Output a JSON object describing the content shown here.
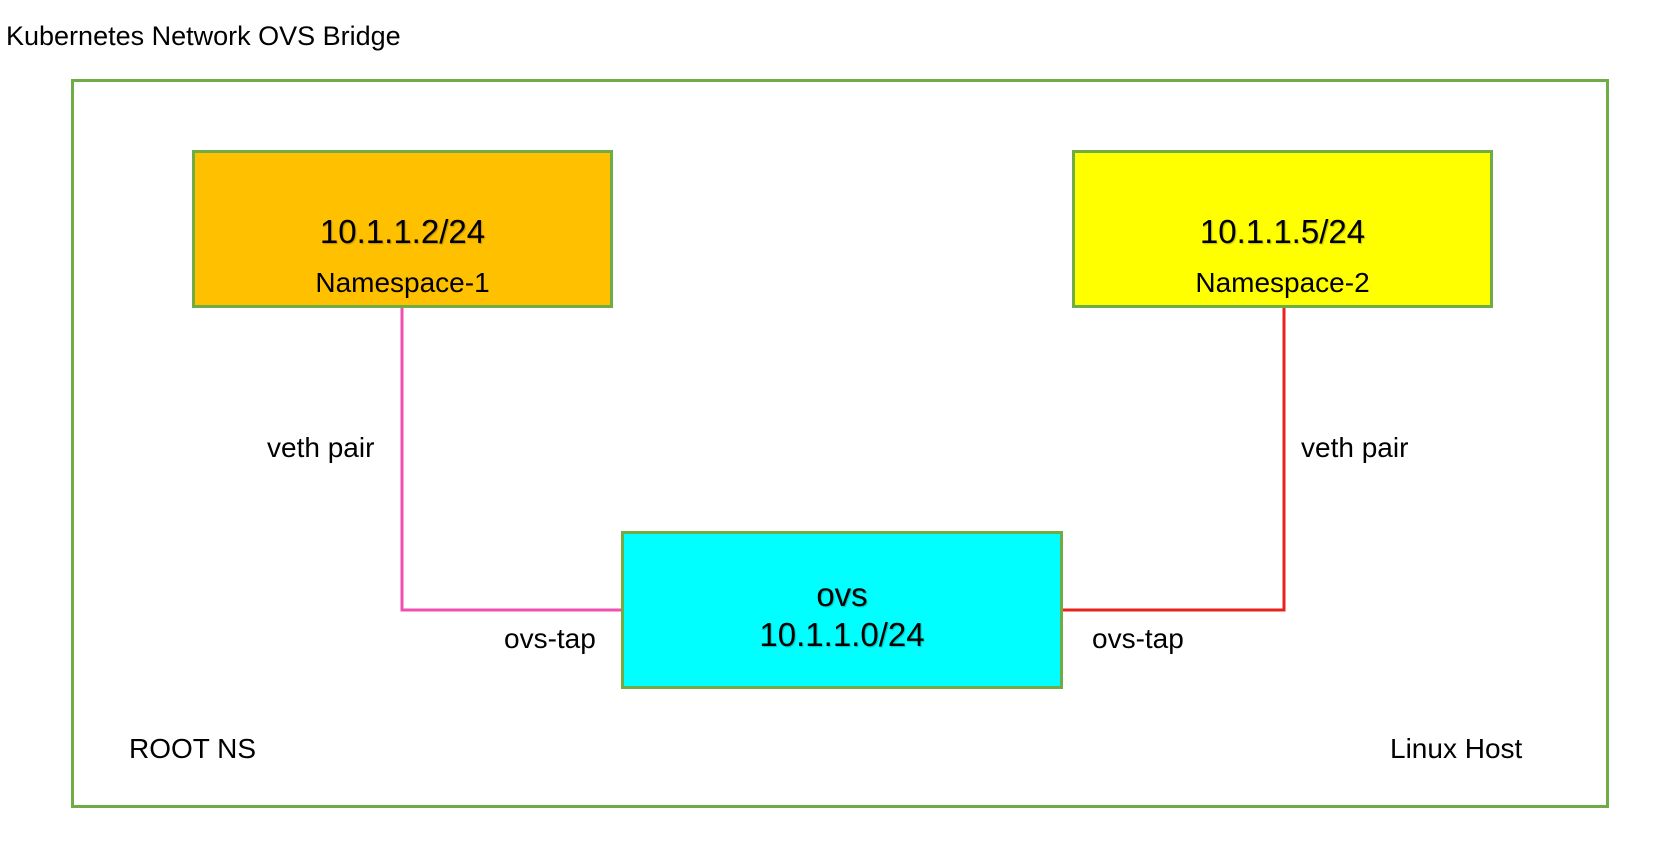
{
  "title": "Kubernetes Network OVS Bridge",
  "colors": {
    "frame_border": "#6fac46",
    "namespace1_fill": "#ffc000",
    "namespace2_fill": "#ffff00",
    "ovs_fill": "#00ffff",
    "link_left": "#f050b0",
    "link_right": "#e8221c"
  },
  "namespace1": {
    "ip": "10.1.1.2/24",
    "name": "Namespace-1"
  },
  "namespace2": {
    "ip": "10.1.1.5/24",
    "name": "Namespace-2"
  },
  "ovs": {
    "name": "ovs",
    "ip": "10.1.1.0/24"
  },
  "links": {
    "left_veth_label": "veth pair",
    "right_veth_label": "veth pair",
    "left_tap_label": "ovs-tap",
    "right_tap_label": "ovs-tap"
  },
  "root_ns_label": "ROOT NS",
  "host_label": "Linux Host"
}
